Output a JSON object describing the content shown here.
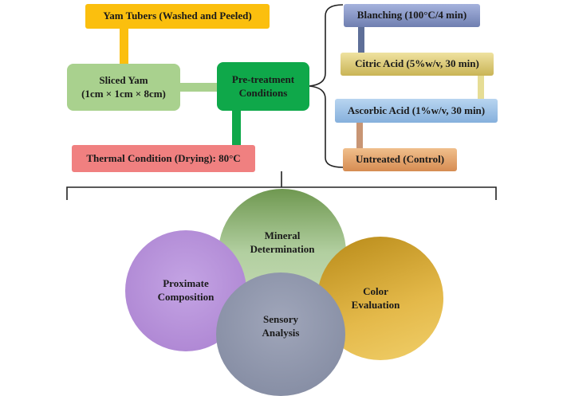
{
  "flow": {
    "yam_tubers": "Yam Tubers (Washed and Peeled)",
    "sliced_yam_line1": "Sliced Yam",
    "sliced_yam_line2": "(1cm × 1cm × 8cm)",
    "pretreatment_line1": "Pre-treatment",
    "pretreatment_line2": "Conditions",
    "thermal": "Thermal Condition (Drying): 80°C"
  },
  "treatments": {
    "blanching": "Blanching (100°C/4 min)",
    "citric": "Citric Acid (5%w/v, 30 min)",
    "ascorbic": "Ascorbic Acid (1%w/v, 30 min)",
    "untreated": "Untreated (Control)"
  },
  "analyses": {
    "mineral_line1": "Mineral",
    "mineral_line2": "Determination",
    "proximate_line1": "Proximate",
    "proximate_line2": "Composition",
    "color_line1": "Color",
    "color_line2": "Evaluation",
    "sensory_line1": "Sensory",
    "sensory_line2": "Analysis"
  },
  "colors": {
    "yam_box": "#fbbf0e",
    "sliced_box": "#a9d18e",
    "pretreatment_box": "#0fa84a",
    "thermal_box": "#f08080",
    "blanching_box": "#8a99c8",
    "citric_box": "#e3cf7a",
    "ascorbic_box": "#9dc3e6",
    "untreated_box": "#e8a772",
    "mineral_circle": "#8faf70",
    "proximate_circle": "#b48ed3",
    "color_circle": "#d8a92c",
    "sensory_circle": "#8c93a8"
  }
}
